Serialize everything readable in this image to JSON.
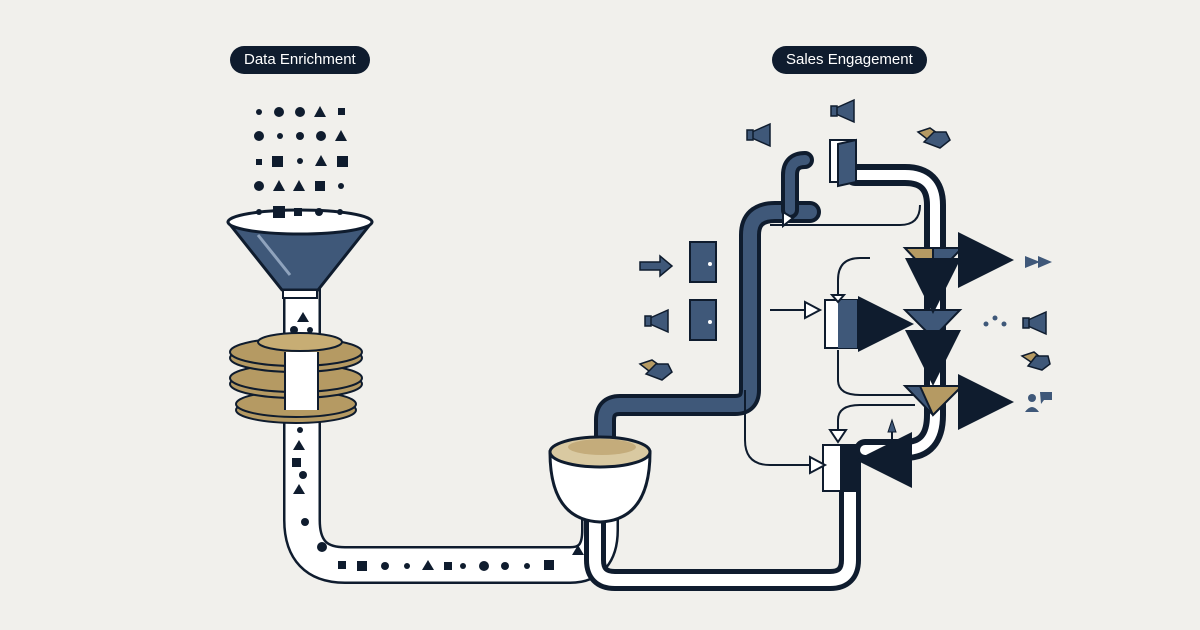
{
  "labels": {
    "left_stage": "Data Enrichment",
    "right_stage": "Sales Engagement"
  },
  "colors": {
    "background": "#f1f0ec",
    "navy": "#0f1c2e",
    "slate_blue": "#3f5879",
    "gold": "#b59a63",
    "tan": "#d9c9a1",
    "pipe_fill": "#ffffff"
  },
  "icons": [
    "data-dot",
    "data-square",
    "data-triangle",
    "funnel-icon",
    "ring-filter",
    "collection-bowl",
    "door-icon",
    "megaphone-icon",
    "handshake-icon",
    "arrow-icon",
    "filter-valve-icon",
    "person-chat-icon"
  ]
}
